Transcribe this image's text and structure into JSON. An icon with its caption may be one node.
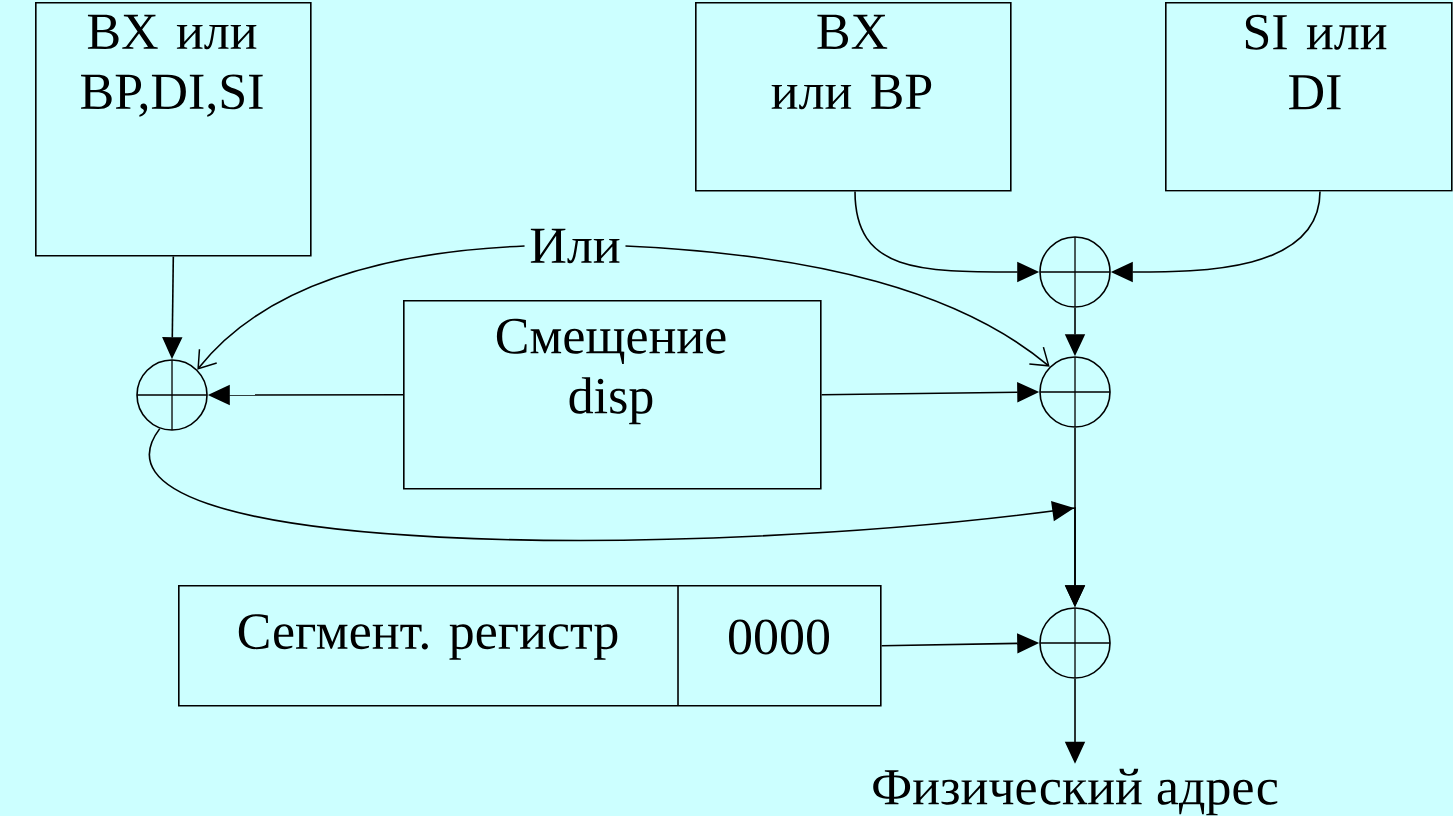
{
  "diagram": {
    "nodes": [
      {
        "text": [
          "BX или BP,DI,SI"
        ]
      },
      {
        "text": [
          "BX или BP"
        ]
      },
      {
        "text": [
          "SI или DI"
        ]
      },
      {
        "text": [
          "Или"
        ]
      },
      {
        "text": [],
        "shape": "circle"
      },
      {
        "text": [
          "Смещение disp"
        ]
      },
      {
        "text": [],
        "shape": "circle"
      },
      {
        "text": [],
        "shape": "circle"
      },
      {
        "text": [],
        "shape": "circle"
      },
      {
        "text": [
          "Сегмент. регистр",
          "0000"
        ]
      },
      {
        "text": [
          "Физический адрес"
        ]
      }
    ],
    "edges": [
      {
        "from": 0,
        "to": 4,
        "arrow": "to"
      },
      {
        "from": 3,
        "to": 4,
        "arrow": "to"
      },
      {
        "from": 3,
        "to": 7,
        "arrow": "to"
      },
      {
        "from": 5,
        "to": 4,
        "arrow": "to"
      },
      {
        "from": 5,
        "to": 7,
        "arrow": "to"
      },
      {
        "from": 1,
        "to": 6,
        "arrow": "to"
      },
      {
        "from": 2,
        "to": 6,
        "arrow": "to"
      },
      {
        "from": 6,
        "to": 7,
        "arrow": "to"
      },
      {
        "from": 7,
        "to": 8,
        "arrow": "to"
      },
      {
        "from": 4,
        "to": 8,
        "arrow": "to"
      },
      {
        "from": 9,
        "to": 8,
        "arrow": "to"
      },
      {
        "from": 8,
        "to": 10,
        "arrow": "to"
      }
    ]
  }
}
